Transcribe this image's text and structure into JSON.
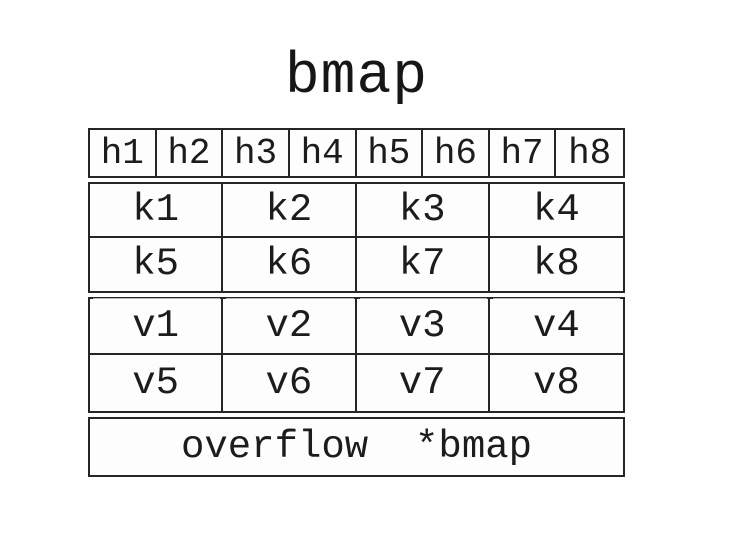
{
  "title": "bmap",
  "colors": {
    "line": "#262626",
    "text": "#1c1c1c",
    "background": "#fdfdfd"
  },
  "table": {
    "header_cells": [
      "h1",
      "h2",
      "h3",
      "h4",
      "h5",
      "h6",
      "h7",
      "h8"
    ],
    "key_cells": [
      "k1",
      "k2",
      "k3",
      "k4",
      "k5",
      "k6",
      "k7",
      "k8"
    ],
    "value_cells": [
      "v1",
      "v2",
      "v3",
      "v4",
      "v5",
      "v6",
      "v7",
      "v8"
    ],
    "overflow_label": "overflow  *bmap"
  }
}
